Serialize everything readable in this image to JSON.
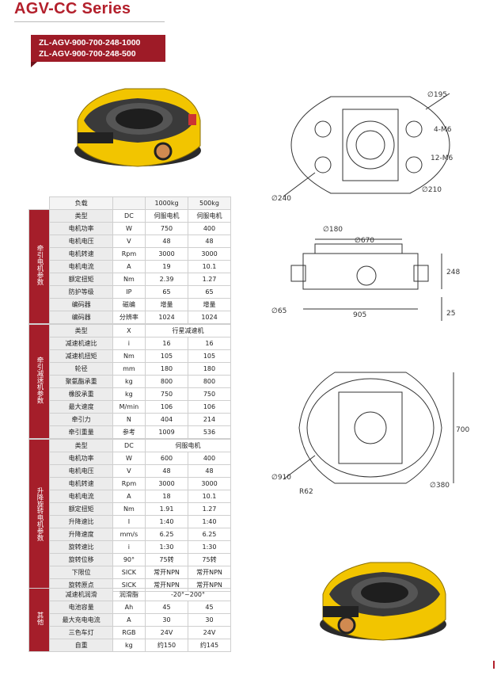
{
  "header": {
    "series_title": "AGV-CC Series",
    "models": [
      "ZL-AGV-900-700-248-1000",
      "ZL-AGV-900-700-248-500"
    ]
  },
  "load_row": {
    "label": "负载",
    "v1": "1000kg",
    "v2": "500kg"
  },
  "traction_motor": {
    "side": "牵引电机参数",
    "rows": [
      [
        "类型",
        "DC",
        "伺服电机",
        "伺服电机"
      ],
      [
        "电机功率",
        "W",
        "750",
        "400"
      ],
      [
        "电机电压",
        "V",
        "48",
        "48"
      ],
      [
        "电机转速",
        "Rpm",
        "3000",
        "3000"
      ],
      [
        "电机电流",
        "A",
        "19",
        "10.1"
      ],
      [
        "额定扭矩",
        "Nm",
        "2.39",
        "1.27"
      ],
      [
        "防护等级",
        "IP",
        "65",
        "65"
      ],
      [
        "编码器",
        "磁编",
        "增量",
        "增量"
      ],
      [
        "编码器",
        "分辨率",
        "1024",
        "1024"
      ]
    ]
  },
  "traction_reducer": {
    "side": "牵引减速机参数",
    "type_row": [
      "类型",
      "X",
      "行星减速机"
    ],
    "rows": [
      [
        "减速机速比",
        "i",
        "16",
        "16"
      ],
      [
        "减速机扭矩",
        "Nm",
        "105",
        "105"
      ],
      [
        "轮径",
        "mm",
        "180",
        "180"
      ],
      [
        "聚氨酯承重",
        "kg",
        "800",
        "800"
      ],
      [
        "橡胶承重",
        "kg",
        "750",
        "750"
      ],
      [
        "最大速度",
        "M/min",
        "106",
        "106"
      ],
      [
        "牵引力",
        "N",
        "404",
        "214"
      ],
      [
        "牵引重量",
        "参考",
        "1009",
        "536"
      ]
    ]
  },
  "lift_motor": {
    "side": "升降旋转电机参数",
    "type_row": [
      "类型",
      "DC",
      "伺服电机"
    ],
    "rows": [
      [
        "电机功率",
        "W",
        "600",
        "400"
      ],
      [
        "电机电压",
        "V",
        "48",
        "48"
      ],
      [
        "电机转速",
        "Rpm",
        "3000",
        "3000"
      ],
      [
        "电机电流",
        "A",
        "18",
        "10.1"
      ],
      [
        "额定扭矩",
        "Nm",
        "1.91",
        "1.27"
      ],
      [
        "升降速比",
        "I",
        "1:40",
        "1:40"
      ],
      [
        "升降速度",
        "mm/s",
        "6.25",
        "6.25"
      ],
      [
        "旋转速比",
        "i",
        "1:30",
        "1:30"
      ],
      [
        "旋转位移",
        "90°",
        "75转",
        "75转"
      ],
      [
        "下限位",
        "SICK",
        "常开NPN",
        "常开NPN"
      ],
      [
        "旋转原点",
        "SICK",
        "常开NPN",
        "常开NPN"
      ]
    ]
  },
  "others": {
    "side": "其他",
    "lube_row": [
      "减速机润滑",
      "润滑脂",
      "-20°~200°"
    ],
    "rows": [
      [
        "电池容量",
        "Ah",
        "45",
        "45"
      ],
      [
        "最大充电电流",
        "A",
        "30",
        "30"
      ],
      [
        "三色车灯",
        "RGB",
        "24V",
        "24V"
      ],
      [
        "自重",
        "kg",
        "约150",
        "约145"
      ]
    ]
  },
  "dimensions": {
    "top": {
      "d195": "∅195",
      "m6_4": "4-M6",
      "m6_12": "12-M6",
      "d210": "∅210",
      "d240": "∅240"
    },
    "side": {
      "d180": "∅180",
      "d670": "∅670",
      "d65": "∅65",
      "w905": "905",
      "h248": "248",
      "h25": "25"
    },
    "bottom": {
      "h700": "700",
      "d910": "∅910",
      "r62": "R62",
      "d380": "∅380"
    }
  },
  "colors": {
    "brand_red": "#a51e2a",
    "agv_yellow": "#f2c500"
  }
}
